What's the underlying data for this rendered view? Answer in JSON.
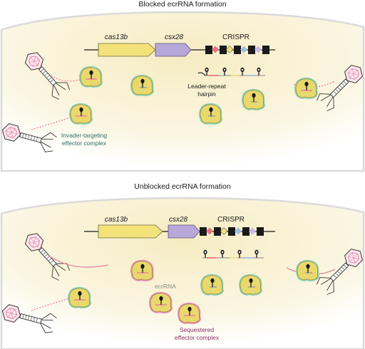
{
  "panels": [
    {
      "title": "Blocked ecrRNA formation",
      "genes": {
        "cas13b": "cas13b",
        "csx28": "csx28",
        "crispr": "CRISPR"
      },
      "labels": {
        "hairpin_line1": "Leader-repeat",
        "hairpin_line2": "hairpin",
        "effector_line1": "Invader-targeting",
        "effector_line2": "effector complex"
      }
    },
    {
      "title": "Unblocked ecrRNA formation",
      "genes": {
        "cas13b": "cas13b",
        "csx28": "csx28",
        "crispr": "CRISPR"
      },
      "labels": {
        "ecrrna": "ecrRNA",
        "sequestered_line1": "Sequestered",
        "sequestered_line2": "effector complex"
      }
    }
  ],
  "colors": {
    "cell_fill": "#f7f0cf",
    "cell_edge": "#dedede",
    "cas13b": "#f3e17a",
    "csx28": "#b7a8d9",
    "effector_body": "#e9d86c",
    "green_outline": "#8fd2b4",
    "pink_outline": "#e58fb6",
    "rna_pink": "#e8849e",
    "spacer_red": "#e8707f",
    "spacer_blue": "#9fc1de",
    "repeat_black": "#1a1a1a"
  },
  "icons": [
    "bacteriophage-icon",
    "effector-complex-icon",
    "rna-hairpin-icon",
    "crispr-array-icon"
  ]
}
